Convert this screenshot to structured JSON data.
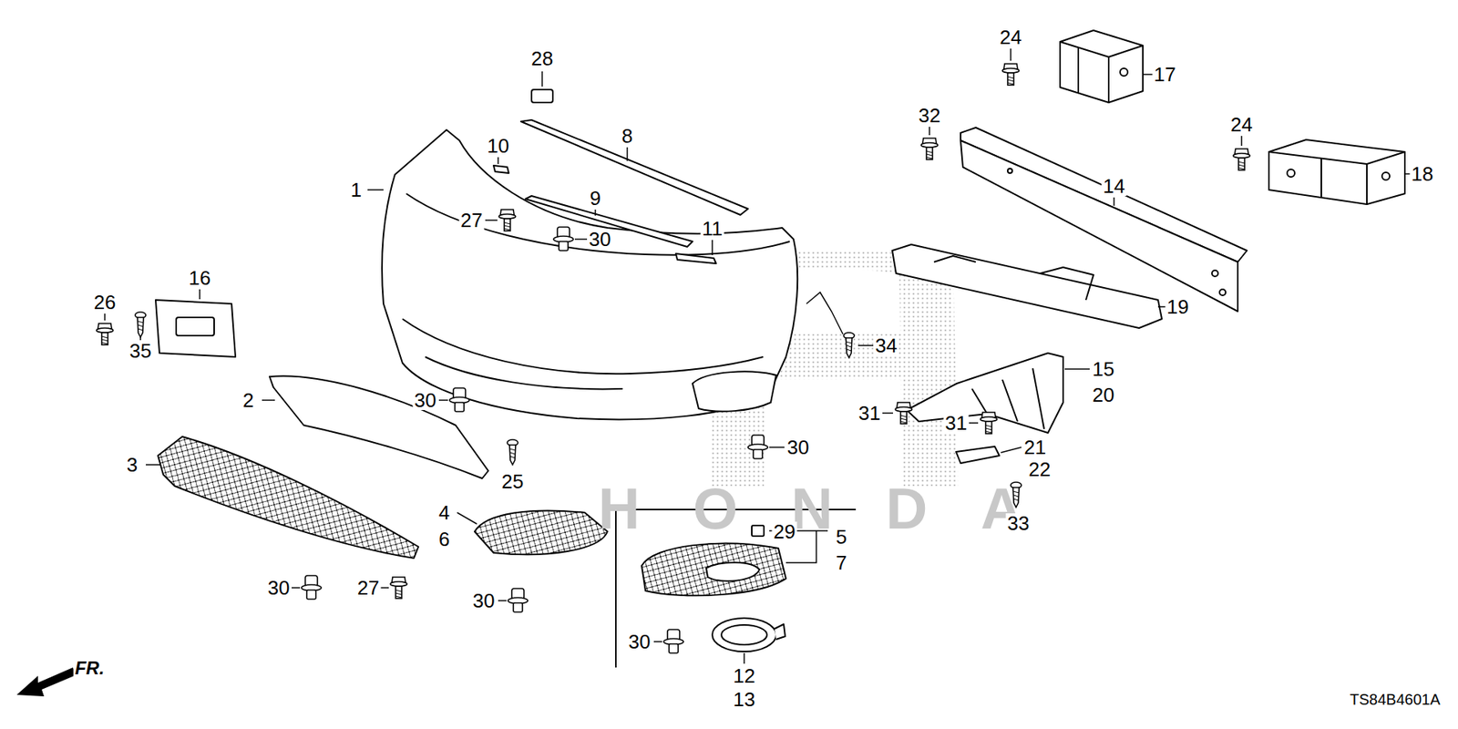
{
  "diagram": {
    "labels": [
      "28",
      "24",
      "17",
      "8",
      "10",
      "32",
      "24",
      "18",
      "1",
      "9",
      "14",
      "27",
      "11",
      "30",
      "16",
      "26",
      "19",
      "34",
      "35",
      "15",
      "20",
      "2",
      "30",
      "31",
      "31",
      "30",
      "21",
      "3",
      "22",
      "25",
      "4",
      "33",
      "29",
      "5",
      "6",
      "7",
      "30",
      "27",
      "30",
      "30",
      "12",
      "13",
      "HONDA",
      "FR.",
      "TS84B4601A"
    ]
  }
}
